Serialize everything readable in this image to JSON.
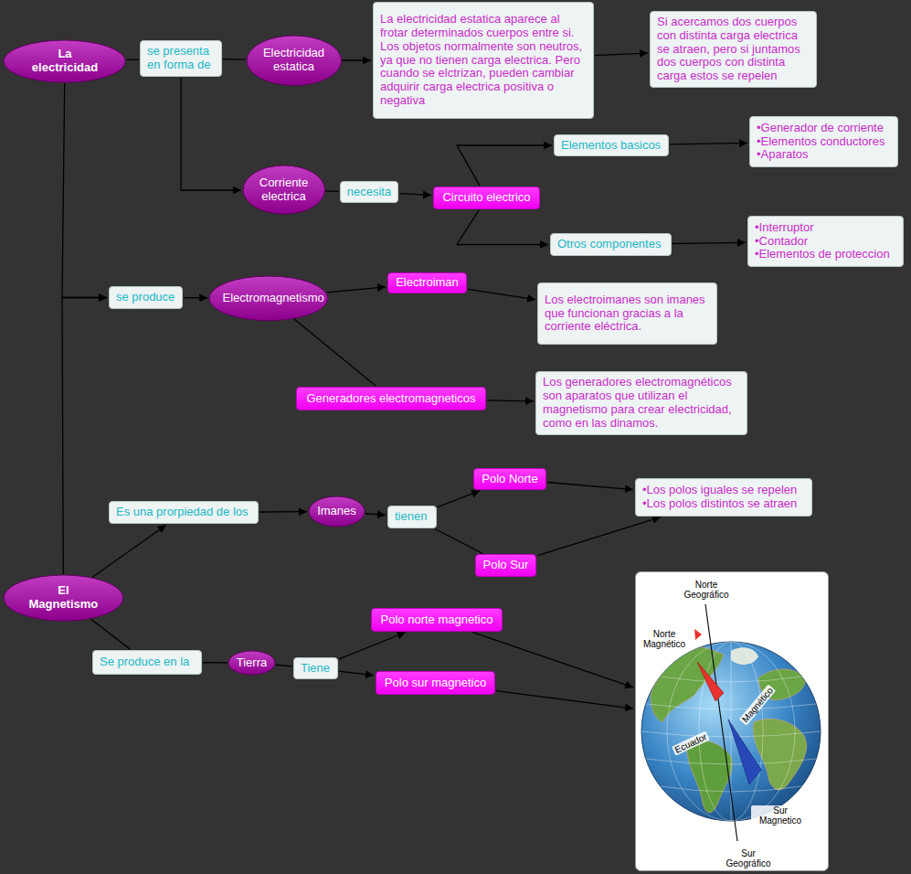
{
  "diagram": {
    "nodes": [
      {
        "text": [
          "La electricidad"
        ]
      },
      {
        "text": [
          "se presenta en forma de"
        ]
      },
      {
        "text": [
          "Electricidad estatica"
        ]
      },
      {
        "text": [
          "La electricidad estatica aparece al frotar determinados cuerpos entre si. Los objetos normalmente son neutros, ya que no tienen carga electrica. Pero cuando se elctrizan, pueden cambiar adquirir carga electrica positiva o negativa"
        ]
      },
      {
        "text": [
          "Si acercamos dos cuerpos con distinta carga electrica se atraen, pero si juntamos dos cuerpos con distinta carga estos se repelen"
        ]
      },
      {
        "text": [
          "Corriente electrica"
        ]
      },
      {
        "text": [
          "necesita"
        ]
      },
      {
        "text": [
          "Circuito electrico"
        ]
      },
      {
        "text": [
          "Elementos basicos"
        ]
      },
      {
        "text": [
          "•Generador de corriente",
          "•Elementos conductores",
          "•Aparatos"
        ]
      },
      {
        "text": [
          "Otros componentes"
        ]
      },
      {
        "text": [
          "•Interruptor",
          "•Contador",
          "•Elementos de proteccion"
        ]
      },
      {
        "text": [
          "se produce"
        ]
      },
      {
        "text": [
          "Electromagnetismo"
        ]
      },
      {
        "text": [
          "Electroiman"
        ]
      },
      {
        "text": [
          "Los electroimanes son imanes que funcionan gracias a la corriente eléctrica."
        ]
      },
      {
        "text": [
          "Generadores electromagneticos"
        ]
      },
      {
        "text": [
          "Los generadores electromagnéticos son aparatos que utilizan el magnetismo para crear electricidad, como en las dinamos."
        ]
      },
      {
        "text": [
          "El Magnetismo"
        ]
      },
      {
        "text": [
          "Es una prorpiedad de los"
        ]
      },
      {
        "text": [
          "Imanes"
        ]
      },
      {
        "text": [
          "tienen"
        ]
      },
      {
        "text": [
          "Polo Norte"
        ]
      },
      {
        "text": [
          "Polo Sur"
        ]
      },
      {
        "text": [
          "•Los polos iguales se repelen",
          "•Los polos distintos se atraen"
        ]
      },
      {
        "text": [
          "Se produce en la"
        ]
      },
      {
        "text": [
          "Tierra"
        ]
      },
      {
        "text": [
          "Tiene"
        ]
      },
      {
        "text": [
          "Polo norte magnetico"
        ]
      },
      {
        "text": [
          "Polo sur magnetico"
        ]
      },
      {
        "text": [
          "Norte Geográfico",
          "Norte Magnético",
          "Magnético",
          "Ecuador",
          "Sur Magnetico",
          "Sur Geográfico"
        ]
      }
    ],
    "edges": [
      {
        "from": 0,
        "to": 1,
        "arrow": "none"
      },
      {
        "from": 1,
        "to": 2,
        "arrow": "none"
      },
      {
        "from": 1,
        "to": 5,
        "arrow": "to"
      },
      {
        "from": 2,
        "to": 3,
        "arrow": "to"
      },
      {
        "from": 3,
        "to": 4,
        "arrow": "to"
      },
      {
        "from": 5,
        "to": 6,
        "arrow": "none"
      },
      {
        "from": 6,
        "to": 7,
        "arrow": "to"
      },
      {
        "from": 7,
        "to": 8,
        "arrow": "to"
      },
      {
        "from": 7,
        "to": 10,
        "arrow": "to"
      },
      {
        "from": 8,
        "to": 9,
        "arrow": "to"
      },
      {
        "from": 10,
        "to": 11,
        "arrow": "to"
      },
      {
        "from": 0,
        "to": 12,
        "arrow": "to"
      },
      {
        "from": 18,
        "to": 12,
        "arrow": "to"
      },
      {
        "from": 12,
        "to": 13,
        "arrow": "to"
      },
      {
        "from": 13,
        "to": 14,
        "arrow": "to"
      },
      {
        "from": 14,
        "to": 15,
        "arrow": "to"
      },
      {
        "from": 13,
        "to": 16,
        "arrow": "none"
      },
      {
        "from": 16,
        "to": 17,
        "arrow": "to"
      },
      {
        "from": 18,
        "to": 19,
        "arrow": "to"
      },
      {
        "from": 19,
        "to": 20,
        "arrow": "to"
      },
      {
        "from": 20,
        "to": 21,
        "arrow": "to"
      },
      {
        "from": 21,
        "to": 22,
        "arrow": "to"
      },
      {
        "from": 21,
        "to": 23,
        "arrow": "none"
      },
      {
        "from": 22,
        "to": 24,
        "arrow": "to"
      },
      {
        "from": 23,
        "to": 24,
        "arrow": "to"
      },
      {
        "from": 18,
        "to": 25,
        "arrow": "none"
      },
      {
        "from": 25,
        "to": 26,
        "arrow": "none"
      },
      {
        "from": 26,
        "to": 27,
        "arrow": "none"
      },
      {
        "from": 27,
        "to": 28,
        "arrow": "to"
      },
      {
        "from": 27,
        "to": 29,
        "arrow": "to"
      },
      {
        "from": 28,
        "to": 30,
        "arrow": "to"
      },
      {
        "from": 29,
        "to": 30,
        "arrow": "to"
      }
    ]
  }
}
